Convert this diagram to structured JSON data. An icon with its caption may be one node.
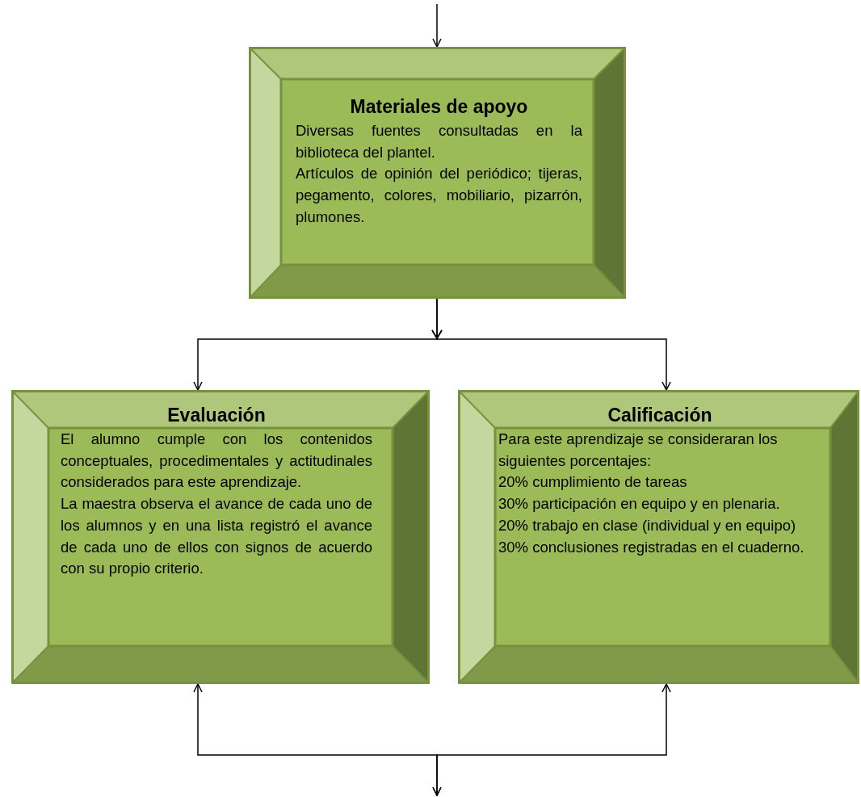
{
  "diagram": {
    "nodes": [
      {
        "text": [
          "Materiales de apoyo",
          "Diversas fuentes consultadas en la biblioteca del plantel.",
          "Artículos de opinión del periódico; tijeras, pegamento, colores, mobiliario, pizarrón, plumones."
        ]
      },
      {
        "text": [
          "Evaluación",
          "El alumno cumple con los contenidos conceptuales, procedimentales y actitudinales considerados para este aprendizaje.",
          "La maestra observa el avance de cada uno de los alumnos y en una lista registró el avance de cada uno de ellos con signos de acuerdo con su propio criterio."
        ]
      },
      {
        "text": [
          "Calificación",
          "Para este aprendizaje se consideraran los siguientes porcentajes:",
          "20% cumplimiento de tareas",
          "30% participación en equipo y en plenaria.",
          "20% trabajo en clase (individual y en equipo)",
          "30% conclusiones registradas en el cuaderno."
        ]
      }
    ],
    "edges": [
      {
        "from": null,
        "to": 0,
        "arrow": "to"
      },
      {
        "from": 0,
        "to": 1,
        "arrow": "to"
      },
      {
        "from": 0,
        "to": 2,
        "arrow": "to"
      },
      {
        "from": 1,
        "to": null,
        "arrow": "both"
      },
      {
        "from": 2,
        "to": null,
        "arrow": "both"
      }
    ]
  }
}
